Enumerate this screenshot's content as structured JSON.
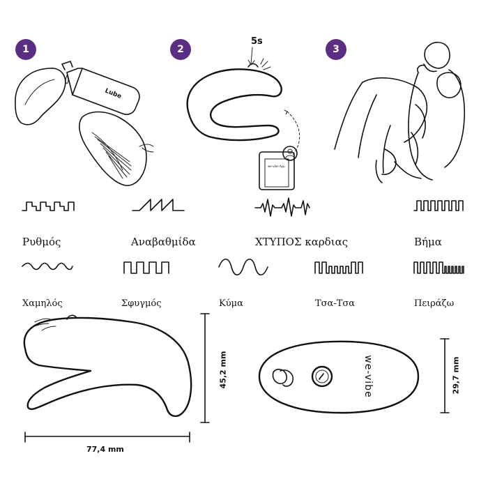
{
  "colors": {
    "badge": "#5b2d83",
    "ink": "#111111"
  },
  "steps": [
    {
      "number": "1"
    },
    {
      "number": "2",
      "timer": "5s"
    },
    {
      "number": "3"
    }
  ],
  "lube_label": "Lube",
  "app_screen_text": "we-vibe App",
  "modes_row1": [
    {
      "label": "Ρυθμός",
      "icon": "rhythm-pattern-icon"
    },
    {
      "label": "Αναβαθμίδα",
      "icon": "ramp-pattern-icon"
    },
    {
      "label": "ΧΤΥΠΟΣ καρδιας",
      "icon": "heartbeat-pattern-icon"
    },
    {
      "label": "Βήμα",
      "icon": "step-pattern-icon"
    }
  ],
  "modes_row2": [
    {
      "label": "Χαμηλός",
      "icon": "low-wave-pattern-icon"
    },
    {
      "label": "Σφυγμός",
      "icon": "pulse-pattern-icon"
    },
    {
      "label": "Κύμα",
      "icon": "wave-pattern-icon"
    },
    {
      "label": "Τσα-Τσα",
      "icon": "cha-cha-pattern-icon"
    },
    {
      "label": "Πειράζω",
      "icon": "tease-pattern-icon"
    }
  ],
  "dimensions": {
    "width": "77,4 mm",
    "height": "45,2 mm",
    "remote_height": "29,7 mm"
  },
  "remote_brand": "we-vibe"
}
